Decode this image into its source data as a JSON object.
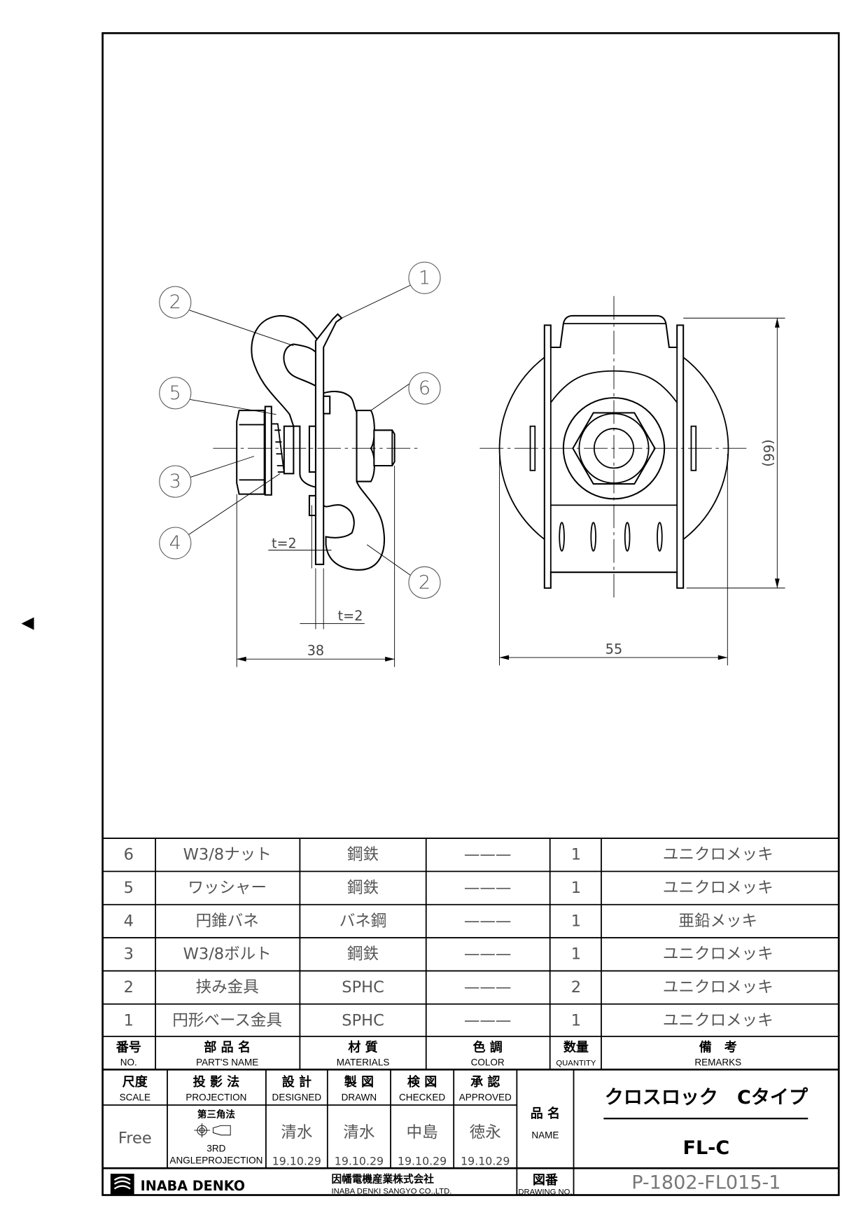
{
  "nav": {
    "prev_page_icon": "triangle-left-icon"
  },
  "callouts": {
    "c1": "1",
    "c2a": "2",
    "c2b": "2",
    "c3": "3",
    "c4": "4",
    "c5": "5",
    "c6": "6"
  },
  "dimensions": {
    "side_width": "38",
    "front_width": "55",
    "height": "(66)",
    "plate_t_1": "t=2",
    "plate_t_2": "t=2"
  },
  "parts_list": {
    "rows": [
      {
        "no": "6",
        "name": "W3/8ナット",
        "material": "鋼鉄",
        "color": "———",
        "qty": "1",
        "remarks": "ユニクロメッキ"
      },
      {
        "no": "5",
        "name": "ワッシャー",
        "material": "鋼鉄",
        "color": "———",
        "qty": "1",
        "remarks": "ユニクロメッキ"
      },
      {
        "no": "4",
        "name": "円錐バネ",
        "material": "バネ鋼",
        "color": "———",
        "qty": "1",
        "remarks": "亜鉛メッキ"
      },
      {
        "no": "3",
        "name": "W3/8ボルト",
        "material": "鋼鉄",
        "color": "———",
        "qty": "1",
        "remarks": "ユニクロメッキ"
      },
      {
        "no": "2",
        "name": "挟み金具",
        "material": "SPHC",
        "color": "———",
        "qty": "2",
        "remarks": "ユニクロメッキ"
      },
      {
        "no": "1",
        "name": "円形ベース金具",
        "material": "SPHC",
        "color": "———",
        "qty": "1",
        "remarks": "ユニクロメッキ"
      }
    ],
    "headers": [
      {
        "ja": "番号",
        "en": "NO."
      },
      {
        "ja": "部 品 名",
        "en": "PART'S NAME"
      },
      {
        "ja": "材 質",
        "en": "MATERIALS"
      },
      {
        "ja": "色 調",
        "en": "COLOR"
      },
      {
        "ja": "数量",
        "en": "QUANTITY"
      },
      {
        "ja": "備　考",
        "en": "REMARKS"
      }
    ]
  },
  "title_block": {
    "scale": {
      "ja": "尺度",
      "en": "SCALE",
      "value": "Free"
    },
    "projection": {
      "ja": "投 影 法",
      "en": "PROJECTION",
      "value_ja": "第三角法",
      "value_en1": "3RD",
      "value_en2": "ANGLEPROJECTION"
    },
    "designed": {
      "ja": "設 計",
      "en": "DESIGNED",
      "name": "清水",
      "date": "19.10.29"
    },
    "drawn": {
      "ja": "製 図",
      "en": "DRAWN",
      "name": "清水",
      "date": "19.10.29"
    },
    "checked": {
      "ja": "検 図",
      "en": "CHECKED",
      "name": "中島",
      "date": "19.10.29"
    },
    "approved": {
      "ja": "承 認",
      "en": "APPROVED",
      "name": "徳永",
      "date": "19.10.29"
    },
    "name_label": {
      "ja": "品 名",
      "en": "NAME"
    },
    "product_name": "クロスロック　Cタイプ",
    "product_code": "FL-C",
    "company_logo_text": "INABA DENKO",
    "company_ja": "因幡電機産業株式会社",
    "company_en": "INABA DENKI SANGYO CO.,LTD.",
    "drawing_no_label": {
      "ja": "図番",
      "en": "DRAWING NO."
    },
    "drawing_no": "P-1802-FL015-1"
  }
}
